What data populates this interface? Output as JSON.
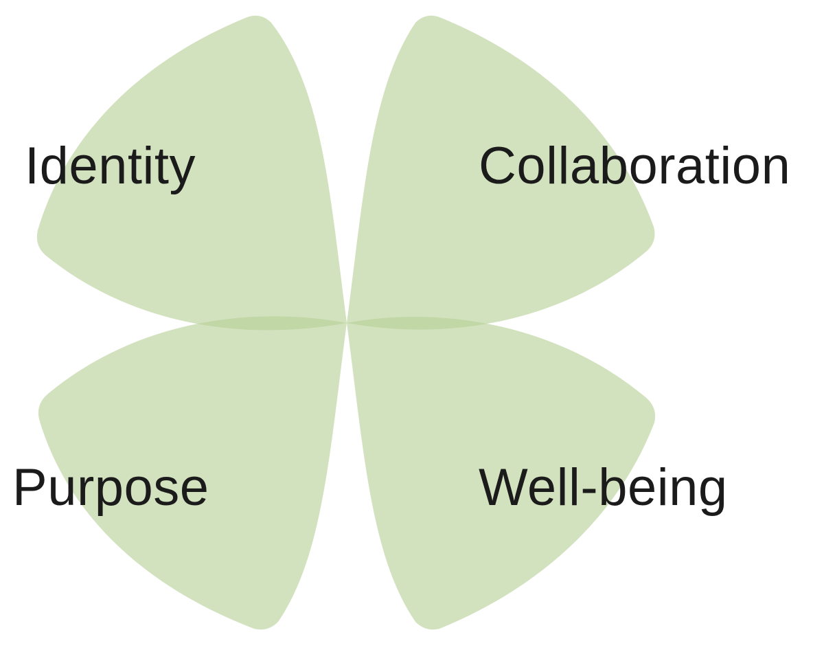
{
  "diagram": {
    "petal_color": "#b7d196",
    "text_color": "#1b1b1b",
    "petals": [
      {
        "id": "identity",
        "label": "Identity"
      },
      {
        "id": "collaboration",
        "label": "Collaboration"
      },
      {
        "id": "purpose",
        "label": "Purpose"
      },
      {
        "id": "wellbeing",
        "label": "Well-being"
      }
    ]
  }
}
